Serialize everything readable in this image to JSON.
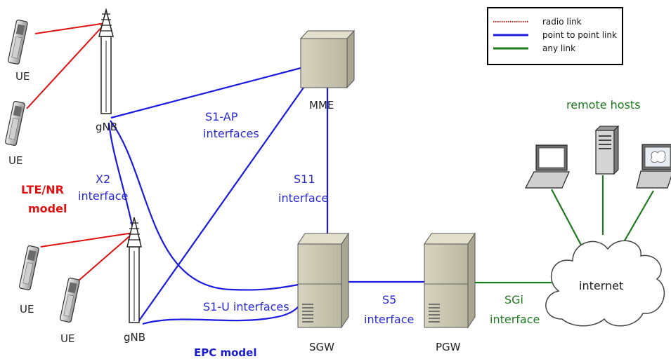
{
  "colors": {
    "radio_link": "#e01010",
    "point_to_point_link": "#1a1ae0",
    "any_link": "#1e7a1e",
    "node_box": "#c8c6b0"
  },
  "legend": {
    "radio_link": "radio link",
    "point_to_point_link": "point to point link",
    "any_link": "any link"
  },
  "nodes": {
    "ue": "UE",
    "gnb": "gNB",
    "mme": "MME",
    "sgw": "SGW",
    "pgw": "PGW",
    "internet": "internet"
  },
  "labels": {
    "lte_nr_model_1": "LTE/NR",
    "lte_nr_model_2": "model",
    "epc_model": "EPC model",
    "remote_hosts": "remote hosts",
    "s1ap_1": "S1-AP",
    "s1ap_2": "interfaces",
    "x2_1": "X2",
    "x2_2": "interface",
    "s11_1": "S11",
    "s11_2": "interface",
    "s1u": "S1-U interfaces",
    "s5_1": "S5",
    "s5_2": "interface",
    "sgi_1": "SGi",
    "sgi_2": "interface"
  }
}
